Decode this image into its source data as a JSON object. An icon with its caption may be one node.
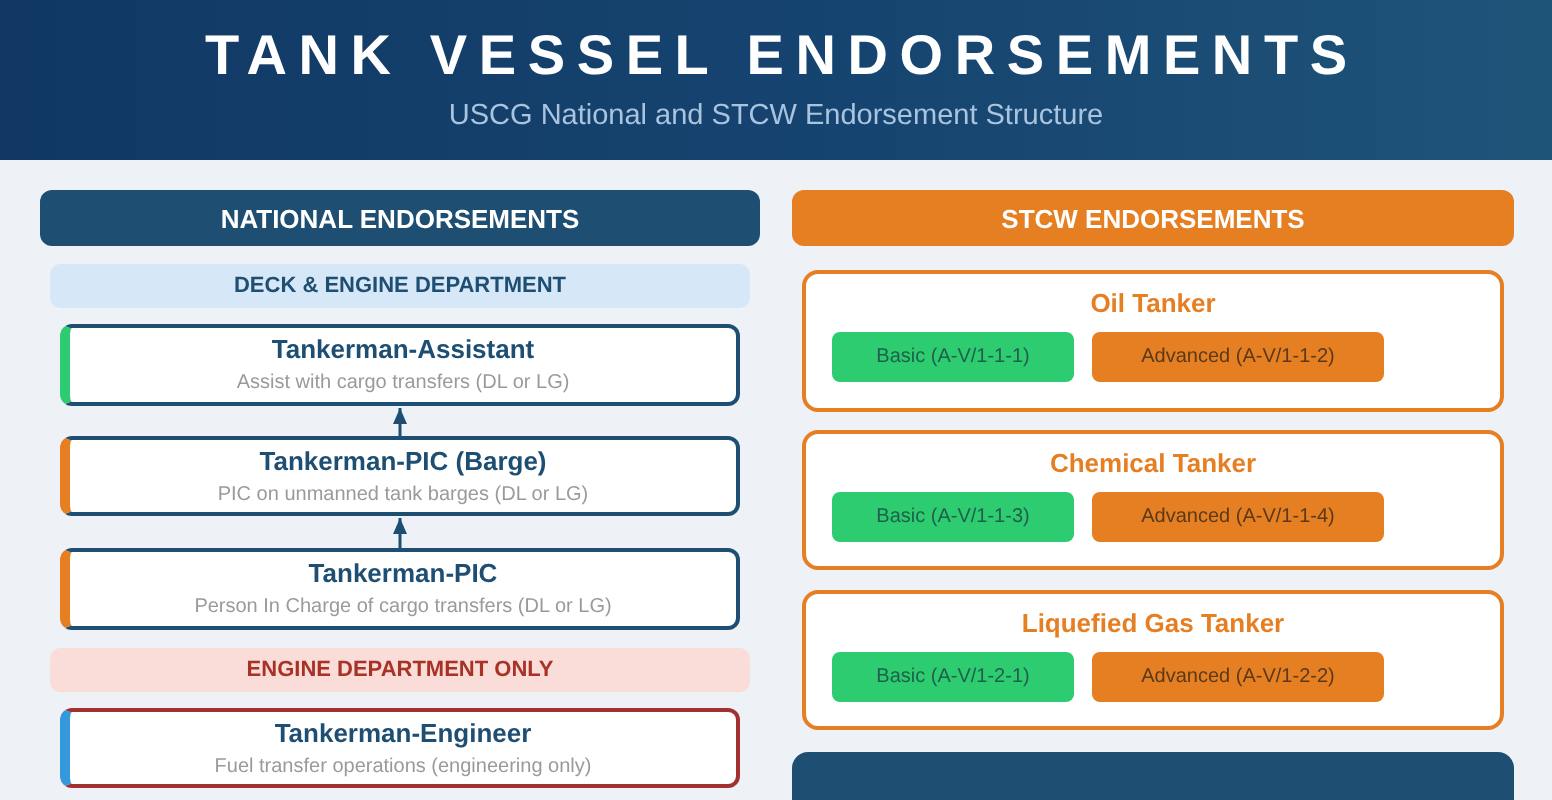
{
  "diagram": {
    "title": "TANK VESSEL ENDORSEMENTS",
    "nodes": [
      {
        "text": [
          "NATIONAL ENDORSEMENTS"
        ]
      },
      {
        "text": [
          "DECK & ENGINE DEPARTMENT"
        ]
      },
      {
        "text": [
          "Tankerman-Assistant",
          "Assist with cargo transfers (DL or LG)"
        ]
      },
      {
        "text": [
          "Tankerman-PIC (Barge)",
          "PIC on unmanned tank barges (DL or LG)"
        ]
      },
      {
        "text": [
          "Tankerman-PIC",
          "Person In Charge of cargo transfers (DL or LG)"
        ]
      },
      {
        "text": [
          "ENGINE DEPARTMENT ONLY"
        ]
      },
      {
        "text": [
          "Tankerman-Engineer",
          "Fuel transfer operations (engineering only)"
        ]
      },
      {
        "text": [
          "STCW ENDORSEMENTS"
        ]
      },
      {
        "text": [
          "Oil Tanker"
        ]
      },
      {
        "text": [
          "Basic (A-V/1-1-1)"
        ],
        "in": 8
      },
      {
        "text": [
          "Advanced (A-V/1-1-2)"
        ],
        "in": 8
      },
      {
        "text": [
          "Chemical Tanker"
        ]
      },
      {
        "text": [
          "Basic (A-V/1-1-3)"
        ],
        "in": 11
      },
      {
        "text": [
          "Advanced (A-V/1-1-4)"
        ],
        "in": 11
      },
      {
        "text": [
          "Liquefied Gas Tanker"
        ]
      },
      {
        "text": [
          "Basic (A-V/1-2-1)"
        ],
        "in": 14
      },
      {
        "text": [
          "Advanced (A-V/1-2-2)"
        ],
        "in": 14
      },
      {
        "text": [],
        "shape": "bar"
      }
    ],
    "edges": [
      {
        "from": 3,
        "to": 2,
        "arrow": "to"
      },
      {
        "from": 4,
        "to": 3,
        "arrow": "to"
      }
    ],
    "labels": [
      "USCG National and STCW Endorsement Structure"
    ]
  }
}
